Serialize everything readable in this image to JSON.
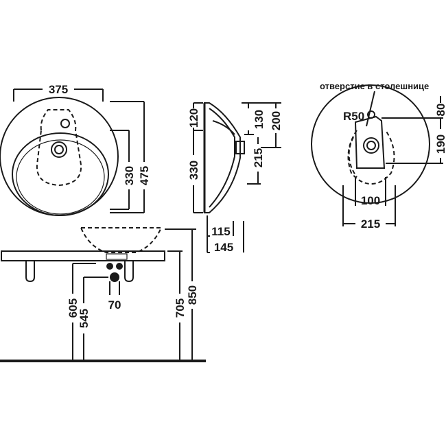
{
  "dimensions": {
    "top_width": "375",
    "top_depth": "475",
    "bowl_depth": "330",
    "side_top": "120",
    "side_bowl": "330",
    "side_130": "130",
    "side_200": "200",
    "side_215": "215",
    "side_115": "115",
    "side_145": "145",
    "cut_radius": "R50",
    "cut_80": "80",
    "cut_190": "190",
    "cut_100": "100",
    "cut_215": "215",
    "front_605": "605",
    "front_545": "545",
    "front_70": "70",
    "front_705": "705",
    "front_850": "850"
  },
  "notes": {
    "countertop_hole": "отверстие в столешнице"
  },
  "colors": {
    "line": "#1a1a1a",
    "background": "#ffffff"
  }
}
